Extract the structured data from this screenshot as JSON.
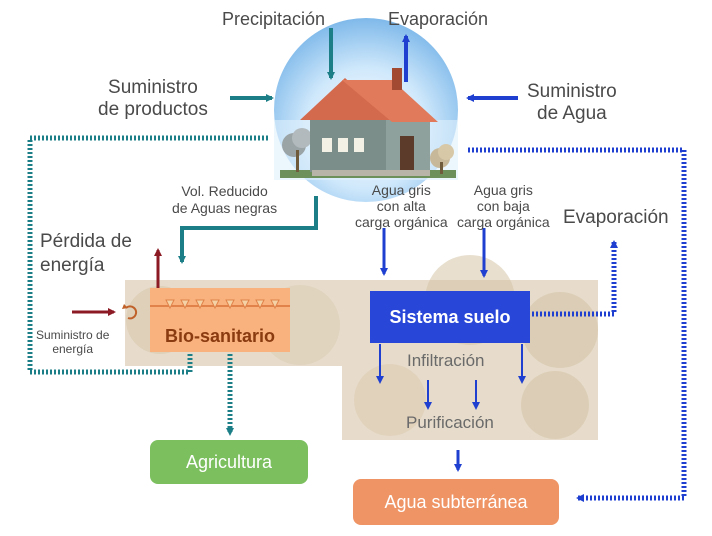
{
  "labels": {
    "precipitacion": "Precipitación",
    "evaporacion_top": "Evaporación",
    "suministro_productos": "Suministro\nde productos",
    "suministro_agua": "Suministro\nde Agua",
    "vol_reducido": "Vol. Reducido\nde Aguas negras",
    "agua_gris_alta": "Agua gris\ncon alta\ncarga orgánica",
    "agua_gris_baja": "Agua gris\ncon baja\ncarga orgánica",
    "evaporacion_right": "Evaporación",
    "perdida_energia": "Pérdida de\nenergía",
    "suministro_energia": "Suministro de\nenergía",
    "bio_sanitario": "Bio-sanitario",
    "sistema_suelo": "Sistema suelo",
    "infiltracion": "Infiltración",
    "purificacion": "Purificación",
    "agricultura": "Agricultura",
    "agua_subterranea": "Agua subterránea"
  },
  "colors": {
    "teal": "#1c7f87",
    "blue": "#1f3fd0",
    "dark_red": "#8b1a24",
    "sky": "#a9d4f5",
    "soil": "#e7dccb",
    "bio_fill": "#f9b27d",
    "bio_text": "#8a3b10",
    "suelo_fill": "#2846d8",
    "agri_fill": "#7cbf5f",
    "subterranea_fill": "#ef9465",
    "text": "#4a4a4a"
  },
  "icons": [
    "house-icon",
    "tree-icon",
    "cycle-icon"
  ]
}
